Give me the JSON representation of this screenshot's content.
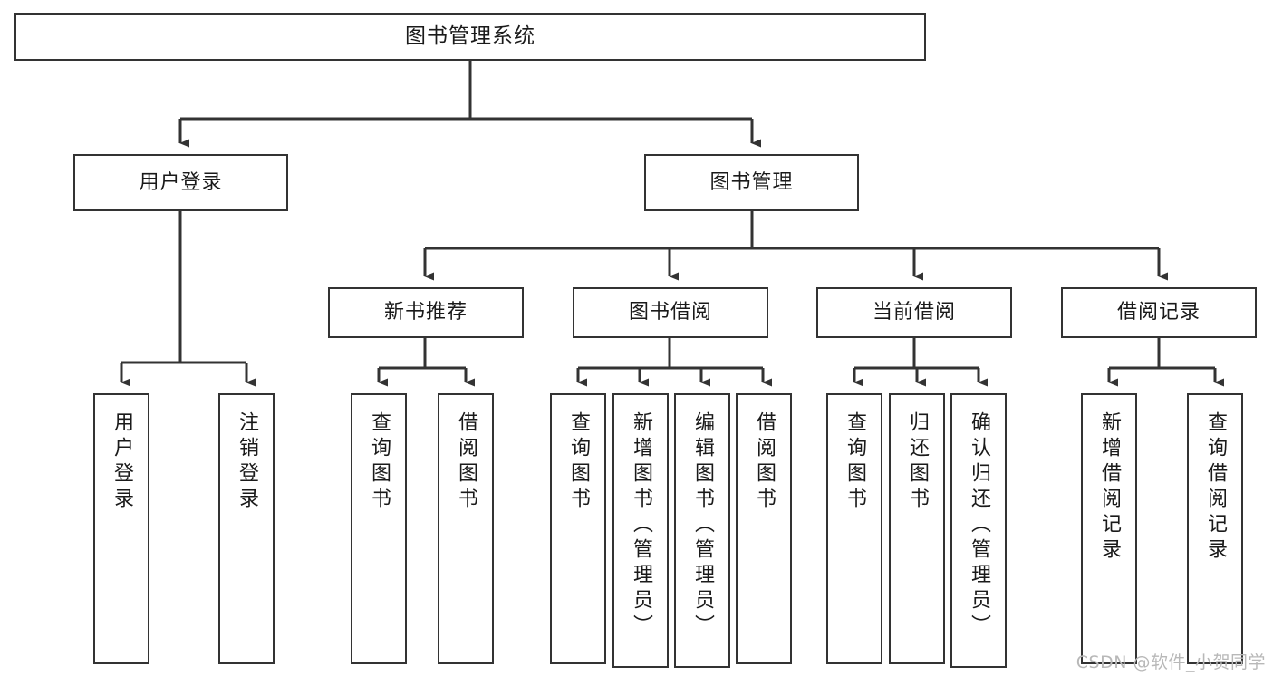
{
  "diagram": {
    "title": "图书管理系统",
    "type": "tree-hierarchy-chart",
    "colors": {
      "box_border": "#333333",
      "box_fill": "#ffffff",
      "text": "#1a1a1a",
      "connector": "#333333",
      "watermark": "#b8b8b8",
      "background": "#ffffff"
    },
    "root": {
      "label": "图书管理系统"
    },
    "level2": [
      {
        "label": "用户登录"
      },
      {
        "label": "图书管理"
      }
    ],
    "level3": [
      {
        "label": "新书推荐"
      },
      {
        "label": "图书借阅"
      },
      {
        "label": "当前借阅"
      },
      {
        "label": "借阅记录"
      }
    ],
    "leaves": {
      "user_login": [
        {
          "label": "用户登录"
        },
        {
          "label": "注销登录"
        }
      ],
      "new_book_recommend": [
        {
          "label": "查询图书"
        },
        {
          "label": "借阅图书"
        }
      ],
      "book_borrow": [
        {
          "label": "查询图书"
        },
        {
          "label": "新增图书（管理员）"
        },
        {
          "label": "编辑图书（管理员）"
        },
        {
          "label": "借阅图书"
        }
      ],
      "current_borrow": [
        {
          "label": "查询图书"
        },
        {
          "label": "归还图书"
        },
        {
          "label": "确认归还（管理员）"
        }
      ],
      "borrow_record": [
        {
          "label": "新增借阅记录"
        },
        {
          "label": "查询借阅记录"
        }
      ]
    },
    "watermark": "CSDN @软件_小贺同学"
  }
}
